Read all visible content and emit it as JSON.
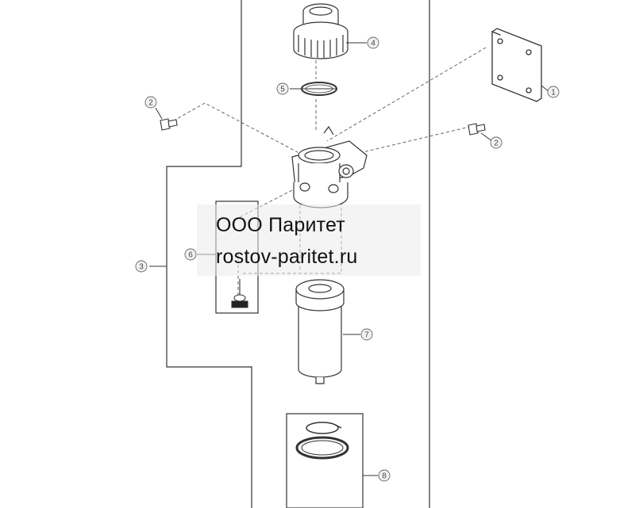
{
  "watermark": {
    "company": "ООО Паритет",
    "website": "rostov-paritet.ru"
  },
  "callouts": [
    {
      "id": "c1",
      "label": "1"
    },
    {
      "id": "c2a",
      "label": "2"
    },
    {
      "id": "c2b",
      "label": "2"
    },
    {
      "id": "c3",
      "label": "3"
    },
    {
      "id": "c4",
      "label": "4"
    },
    {
      "id": "c5",
      "label": "5"
    },
    {
      "id": "c6",
      "label": "6"
    },
    {
      "id": "c7",
      "label": "7"
    },
    {
      "id": "c8",
      "label": "8"
    }
  ],
  "colors": {
    "line": "#333333",
    "callout_fill": "#f2f2f2",
    "watermark_text": "#111111"
  }
}
